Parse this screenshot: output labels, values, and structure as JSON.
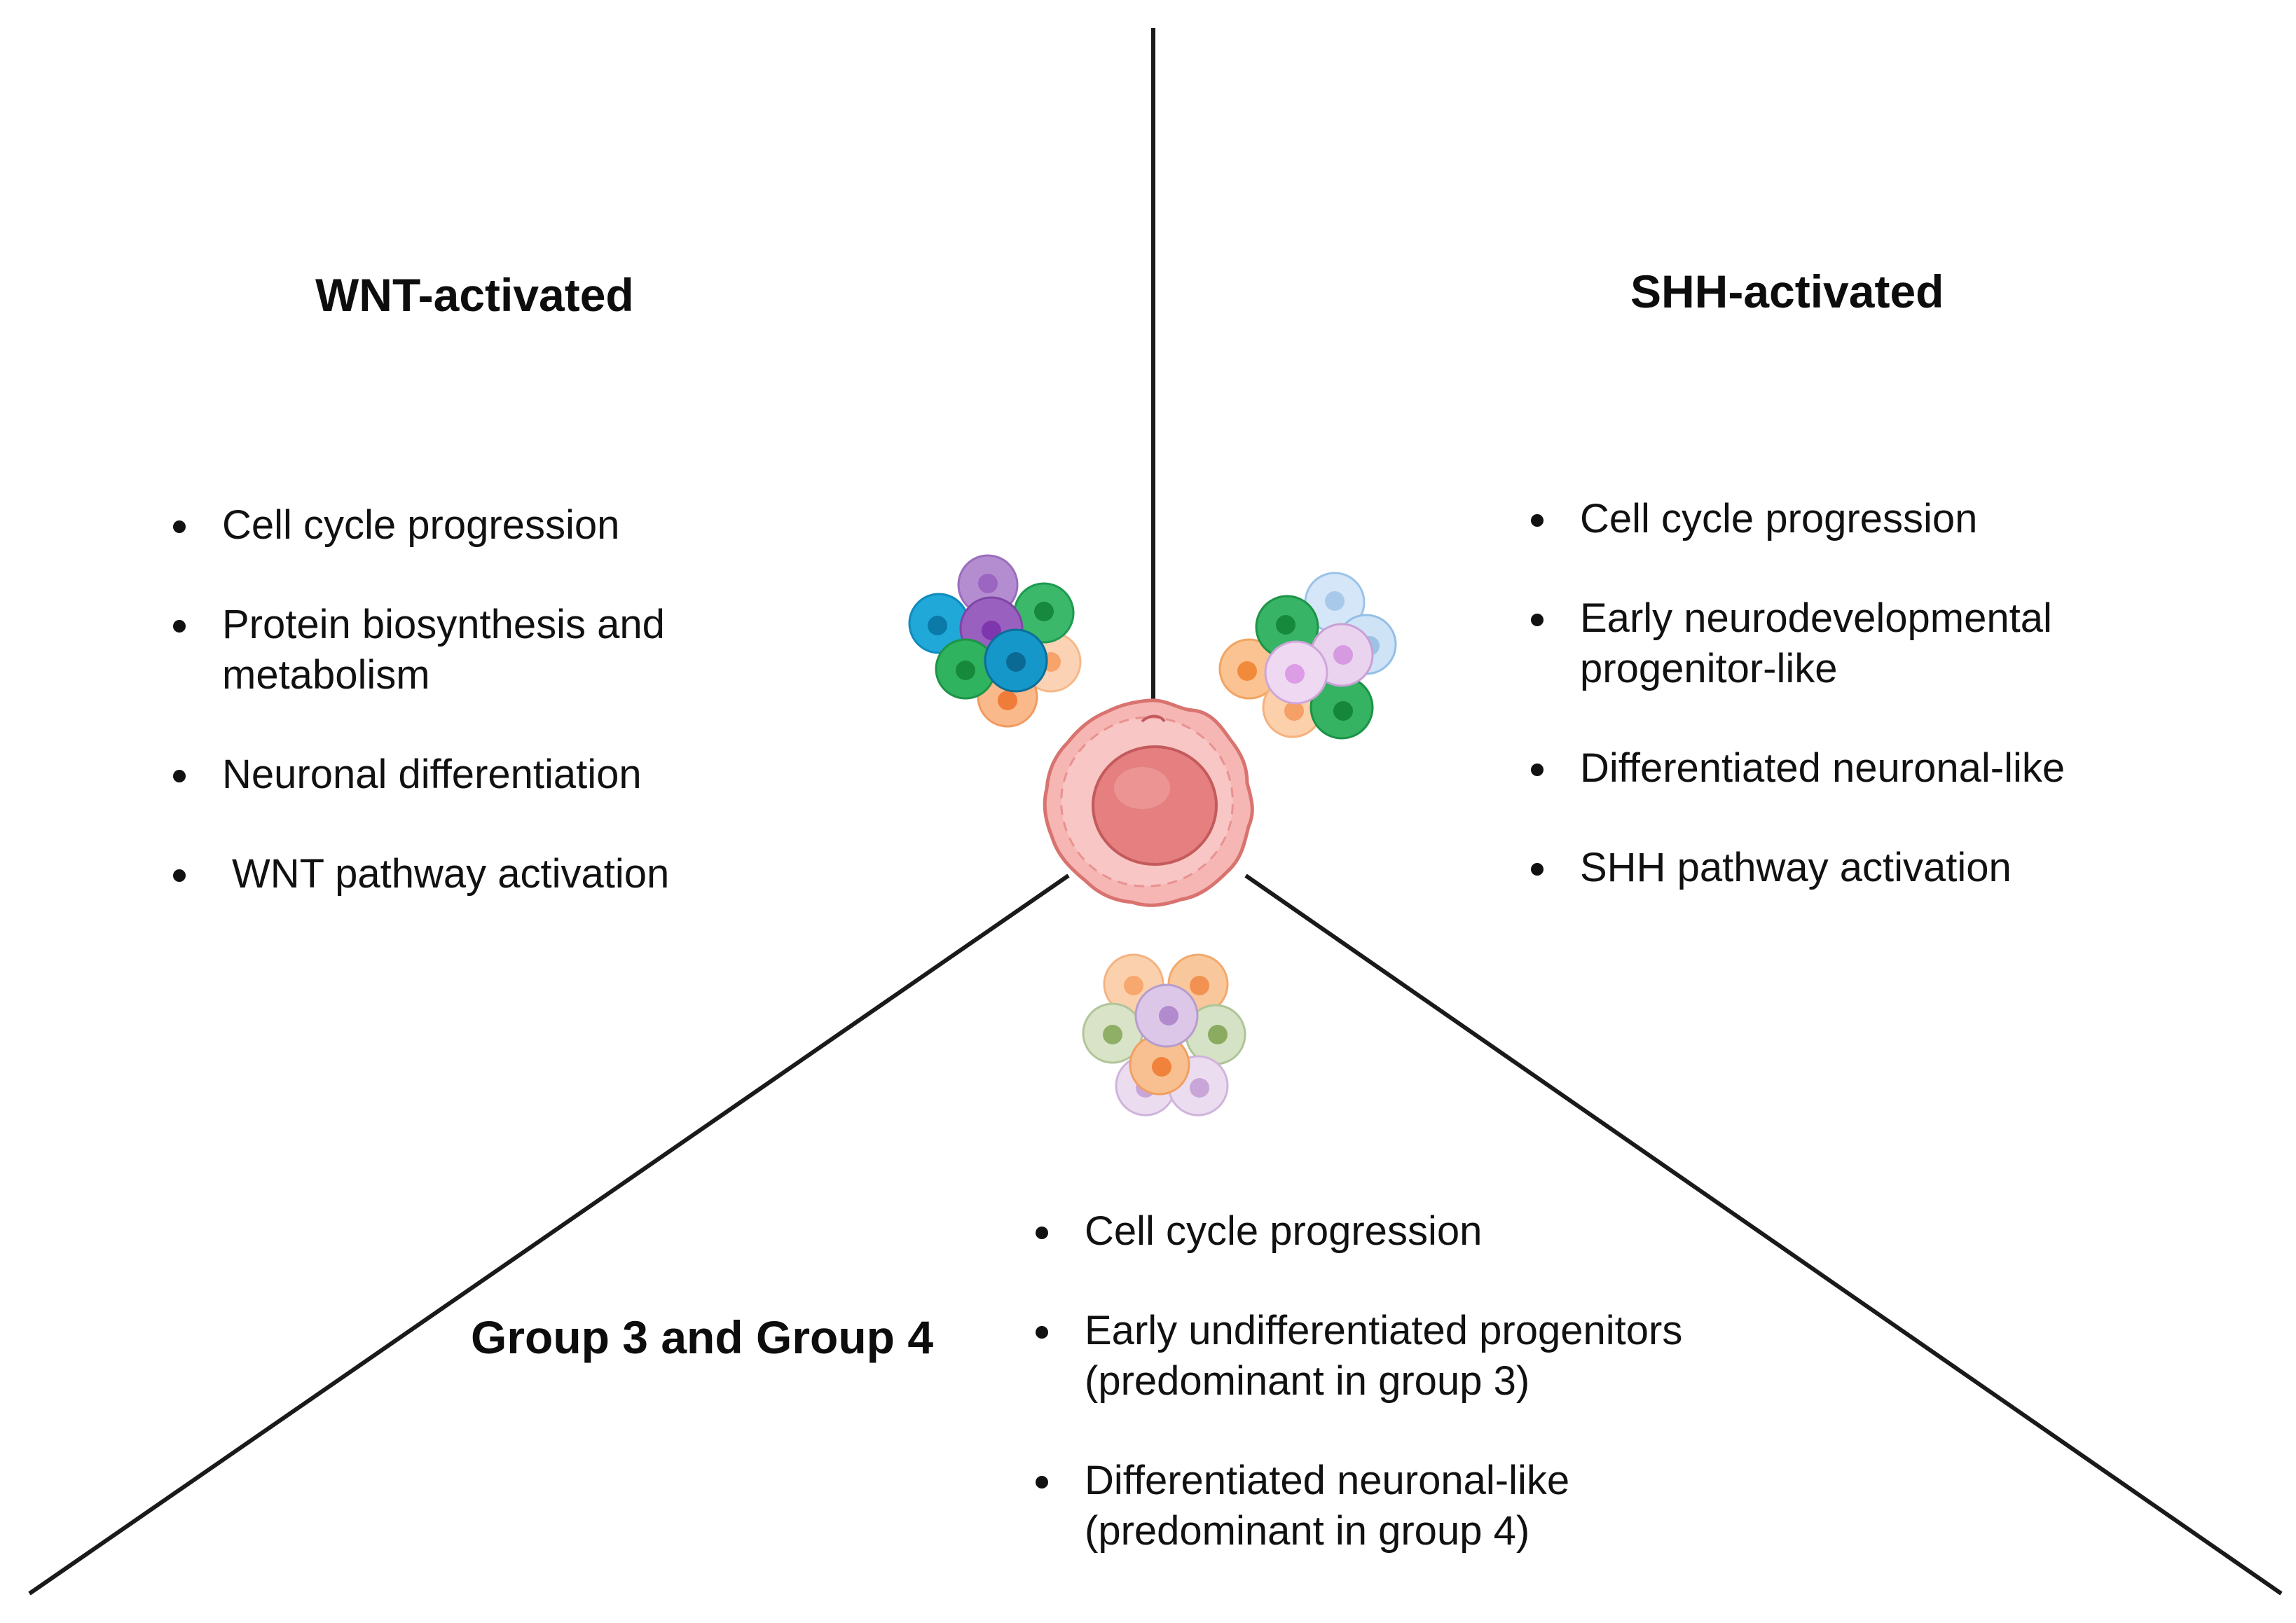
{
  "diagram": {
    "line_color": "#1a1a1a"
  },
  "panels": {
    "wnt": {
      "title": "WNT-activated",
      "items": [
        {
          "line1": "Cell cycle progression",
          "line2": ""
        },
        {
          "line1": "Protein biosynthesis and",
          "line2": "metabolism"
        },
        {
          "line1": "Neuronal differentiation",
          "line2": ""
        },
        {
          "line1": "WNT pathway activation",
          "line2": ""
        }
      ]
    },
    "shh": {
      "title": "SHH-activated",
      "items": [
        {
          "line1": "Cell cycle progression",
          "line2": ""
        },
        {
          "line1": "Early neurodevelopmental",
          "line2": "progenitor-like"
        },
        {
          "line1": "Differentiated neuronal-like",
          "line2": ""
        },
        {
          "line1": "SHH pathway activation",
          "line2": ""
        }
      ]
    },
    "group34": {
      "title": "Group 3 and Group 4",
      "items": [
        {
          "line1": "Cell cycle progression",
          "line2": ""
        },
        {
          "line1": "Early undifferentiated progenitors",
          "line2": "(predominant in group 3)"
        },
        {
          "line1": "Differentiated neuronal-like",
          "line2": "(predominant in group 4)"
        }
      ]
    }
  },
  "illustrations": {
    "wnt_cluster_icon": "vivid-cell-cluster-icon",
    "shh_cluster_icon": "light-cell-cluster-icon",
    "group34_cluster_icon": "pastel-cell-cluster-icon",
    "tumor_icon": "tumor-cell-icon",
    "tumor_color": "#f0a8a8"
  }
}
